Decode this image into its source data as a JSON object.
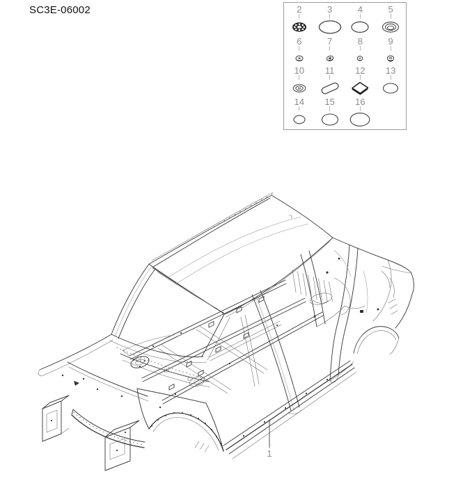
{
  "title": "SC3E-06002",
  "figure": {
    "part_label": "1",
    "part_name": "body-shell-assembly",
    "legend": {
      "items": [
        {
          "num": "2",
          "shape": "castellated-grommet-plug"
        },
        {
          "num": "3",
          "shape": "oval-plug-large"
        },
        {
          "num": "4",
          "shape": "oval-plug-medium"
        },
        {
          "num": "5",
          "shape": "washer-grommet-concentric"
        },
        {
          "num": "6",
          "shape": "round-push-plug-small"
        },
        {
          "num": "7",
          "shape": "round-push-plug-tilted"
        },
        {
          "num": "8",
          "shape": "round-push-plug-tiny"
        },
        {
          "num": "9",
          "shape": "round-push-plug-flanged"
        },
        {
          "num": "10",
          "shape": "ring-grommet-concentric"
        },
        {
          "num": "11",
          "shape": "capsule-plug-tilted"
        },
        {
          "num": "12",
          "shape": "square-plug-isometric"
        },
        {
          "num": "13",
          "shape": "oval-plug-plain"
        },
        {
          "num": "14",
          "shape": "oval-plug-small"
        },
        {
          "num": "15",
          "shape": "oval-plug"
        },
        {
          "num": "16",
          "shape": "oval-plug-wide"
        }
      ]
    }
  },
  "colors": {
    "line": "#3d3d3d",
    "label": "#8c8c8c",
    "leader": "#b5b5b5",
    "box_border": "#9a9a9a",
    "background": "#ffffff"
  }
}
